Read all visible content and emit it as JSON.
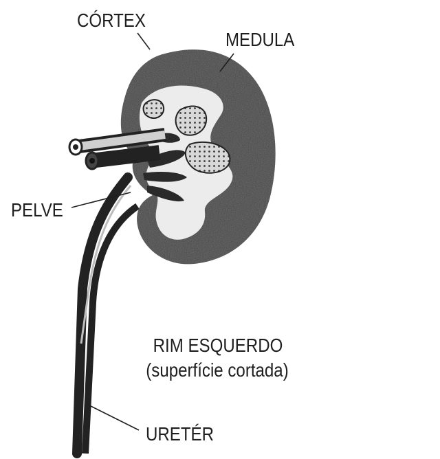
{
  "figure": {
    "title": "RIM ESQUERDO",
    "subtitle": "(superfície cortada)",
    "labels": {
      "cortex": "CÓRTEX",
      "medula": "MEDULA",
      "pelve": "PELVE",
      "ureter": "URETÉR"
    },
    "colors": {
      "ink": "#1e1e1e",
      "tissue_dark": "#2a2a2a",
      "tissue_light": "#ececec",
      "background": "#ffffff"
    }
  }
}
